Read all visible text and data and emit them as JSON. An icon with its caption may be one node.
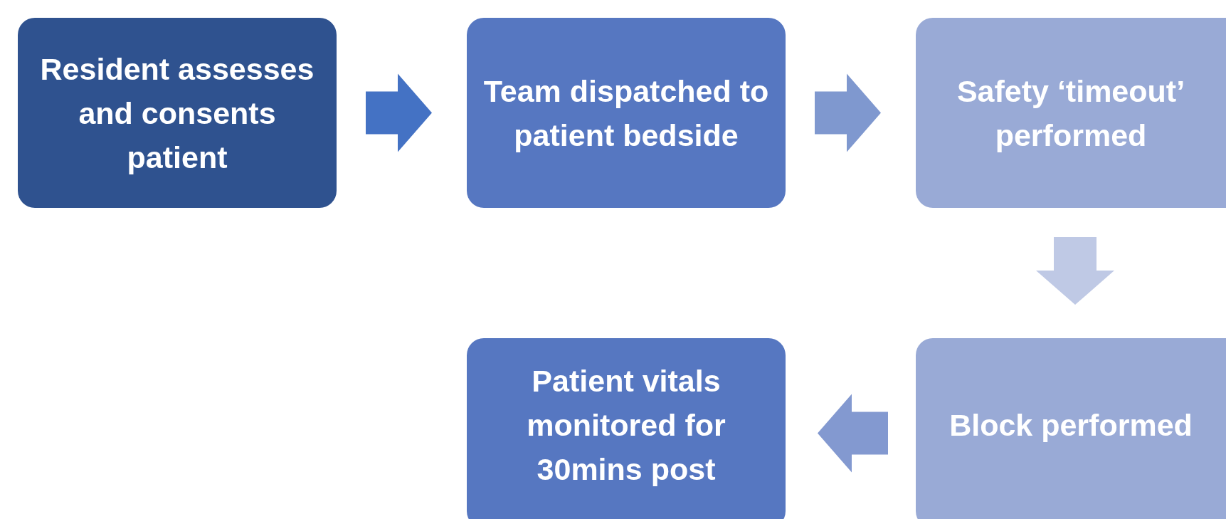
{
  "diagram": {
    "nodes": [
      {
        "text": [
          "Resident assesses and consents patient"
        ]
      },
      {
        "text": [
          "Team dispatched to patient bedside"
        ]
      },
      {
        "text": [
          "Safety ‘timeout’ performed"
        ]
      },
      {
        "text": [
          "Block performed"
        ]
      },
      {
        "text": [
          "Patient vitals monitored for 30mins post"
        ]
      }
    ],
    "edges": [
      {
        "from": 0,
        "to": 1,
        "arrow": "to",
        "color": "#4472c4"
      },
      {
        "from": 1,
        "to": 2,
        "arrow": "to",
        "color": "#7f98cf"
      },
      {
        "from": 2,
        "to": 3,
        "arrow": "to",
        "color": "#bfc9e5"
      },
      {
        "from": 3,
        "to": 4,
        "arrow": "to",
        "color": "#8399d0"
      }
    ]
  }
}
